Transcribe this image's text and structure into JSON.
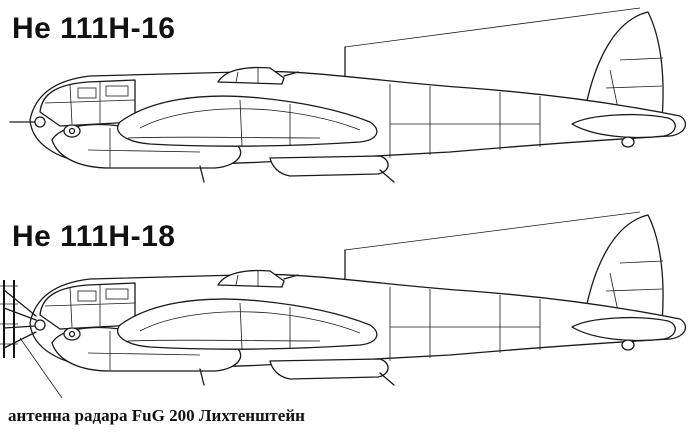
{
  "drawings": [
    {
      "title": "He 111H-16"
    },
    {
      "title": "He 111H-18"
    }
  ],
  "caption": "антенна радара FuG 200 Лихтенштейн"
}
